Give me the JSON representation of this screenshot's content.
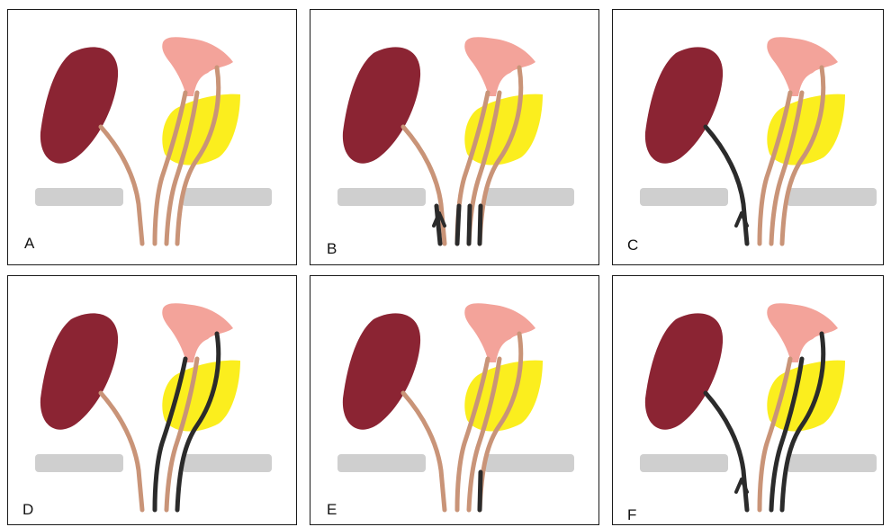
{
  "colors": {
    "kidney": "#8b2433",
    "ganglion": "#f3a39a",
    "adrenal": "#fbee1e",
    "bar": "#cfcfcf",
    "nerve": "#c99478",
    "blackened": "#2b2b2b"
  },
  "panels": [
    {
      "letter": "A",
      "darkened": []
    },
    {
      "letter": "B",
      "darkened": [
        "ends"
      ]
    },
    {
      "letter": "C",
      "darkened": [
        "kidney_nerve"
      ]
    },
    {
      "letter": "D",
      "darkened": [
        "nerve_2",
        "nerve_4"
      ]
    },
    {
      "letter": "E",
      "darkened": [
        "end_4"
      ]
    },
    {
      "letter": "F",
      "darkened": [
        "kidney_nerve",
        "nerve_3",
        "nerve_4"
      ]
    }
  ]
}
